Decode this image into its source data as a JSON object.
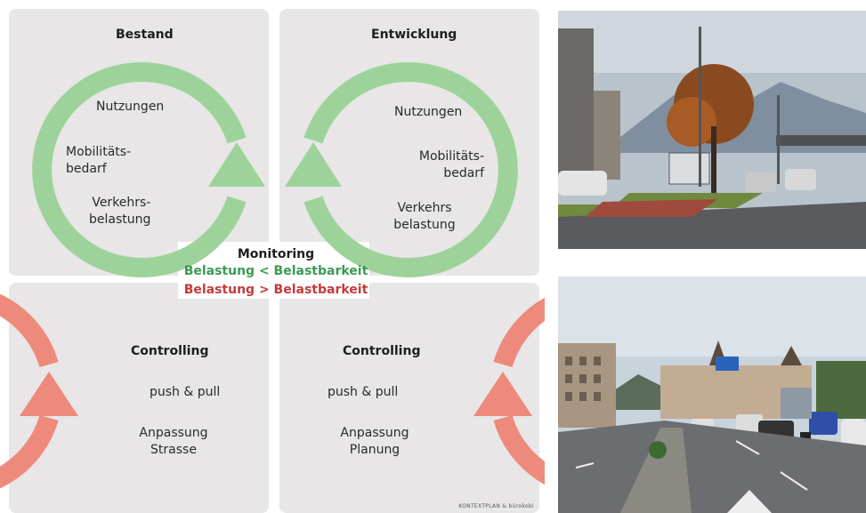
{
  "quadrants": {
    "bestand": {
      "title": "Bestand",
      "items": [
        "Nutzungen",
        "Mobilitäts-\nbedarf",
        "Verkehrs-\nbelastung"
      ]
    },
    "entwicklung": {
      "title": "Entwicklung",
      "items": [
        "Nutzungen",
        "Mobilitäts-\nbedarf",
        "Verkehrs\nbelastung"
      ]
    },
    "controlling_left": {
      "title": "Controlling",
      "items": [
        "push & pull",
        "Anpassung\nStrasse"
      ]
    },
    "controlling_right": {
      "title": "Controlling",
      "items": [
        "push & pull",
        "Anpassung\nPlanung"
      ]
    }
  },
  "monitoring": {
    "title": "Monitoring",
    "line_green": "Belastung < Belastbarkeit",
    "line_red": "Belastung > Belastbarkeit"
  },
  "credit": "KONTEXTPLAN & bürokobi",
  "colors": {
    "panel": "#e8e6e6",
    "green_arrow": "#9dd39a",
    "red_arrow": "#ee8a7c",
    "green_text": "#3a9a55",
    "red_text": "#c43a3a"
  },
  "photos": [
    {
      "name": "street-photo-top",
      "scene": "intersection with autumn tree, bus and mountains"
    },
    {
      "name": "street-photo-bottom",
      "scene": "road with traffic, median and old buildings"
    }
  ]
}
